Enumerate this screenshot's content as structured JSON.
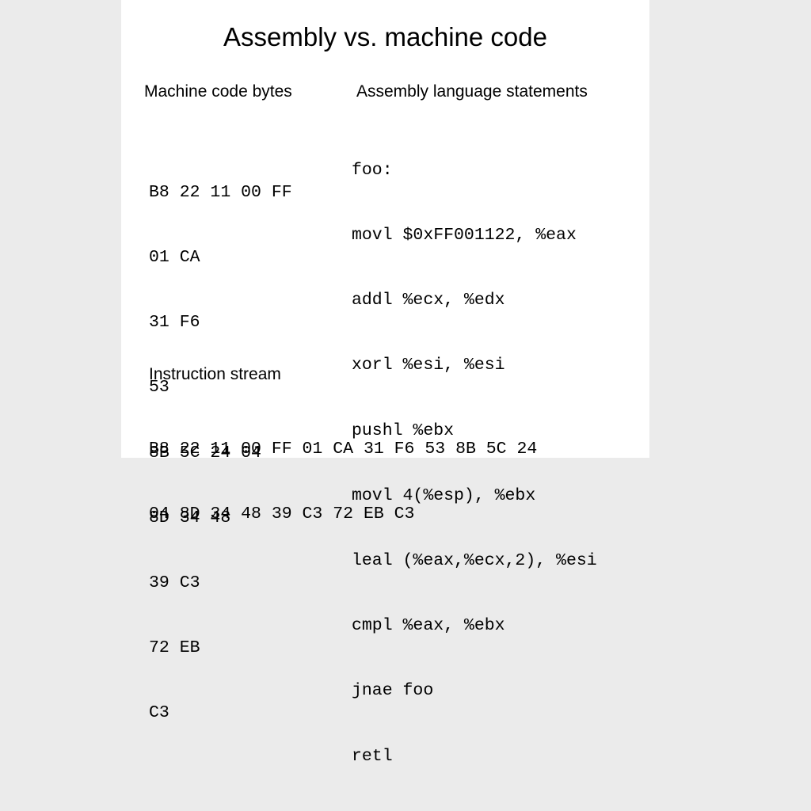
{
  "title": "Assembly vs. machine code",
  "headings": {
    "machine_code": "Machine code bytes",
    "assembly": "Assembly language statements",
    "instruction_stream": "Instruction stream"
  },
  "machine_code_bytes": [
    "B8 22 11 00 FF",
    "01 CA",
    "31 F6",
    "53",
    "8B 5C 24 04",
    "8D 34 48",
    "39 C3",
    "72 EB",
    "C3"
  ],
  "assembly_statements": [
    "foo:",
    "movl $0xFF001122, %eax",
    "addl %ecx, %edx",
    "xorl %esi, %esi",
    "pushl %ebx",
    "movl 4(%esp), %ebx",
    "leal (%eax,%ecx,2), %esi",
    "cmpl %eax, %ebx",
    "jnae foo",
    "retl"
  ],
  "instruction_stream": [
    "B8 22 11 00 FF 01 CA 31 F6 53 8B 5C 24",
    "04 8D 34 48 39 C3 72 EB C3"
  ],
  "colors": {
    "background": "#ebebeb",
    "slide": "#ffffff",
    "text": "#000000"
  }
}
